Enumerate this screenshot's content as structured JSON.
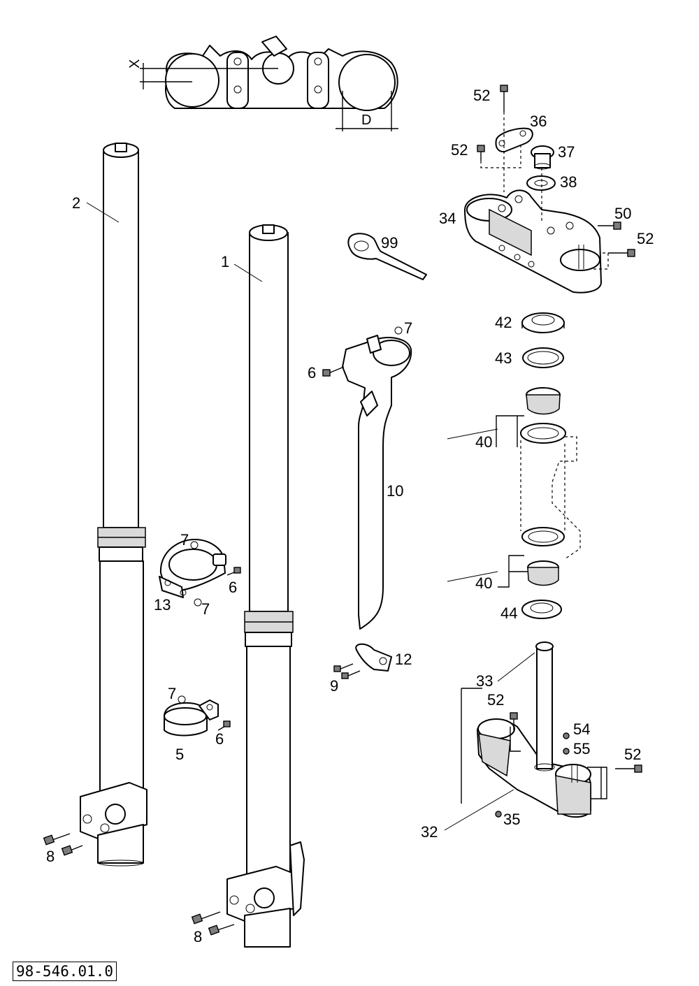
{
  "drawing_code": "98-546.01.0",
  "dimensions": {
    "x": "X",
    "d": "D"
  },
  "callouts": {
    "p1": "1",
    "p2": "2",
    "p99": "99",
    "p10": "10",
    "p7a": "7",
    "p6a": "6",
    "p7b": "7",
    "p6b": "6",
    "p13": "13",
    "p7c": "7",
    "p7d": "7",
    "p6c": "6",
    "p5": "5",
    "p12": "12",
    "p9": "9",
    "p8a": "8",
    "p8b": "8",
    "p52a": "52",
    "p36": "36",
    "p52b": "52",
    "p37": "37",
    "p38": "38",
    "p34": "34",
    "p50": "50",
    "p52c": "52",
    "p42": "42",
    "p43": "43",
    "p40a": "40",
    "p40b": "40",
    "p44": "44",
    "p33": "33",
    "p52d": "52",
    "p54": "54",
    "p55": "55",
    "p52e": "52",
    "p32": "32",
    "p35": "35"
  }
}
